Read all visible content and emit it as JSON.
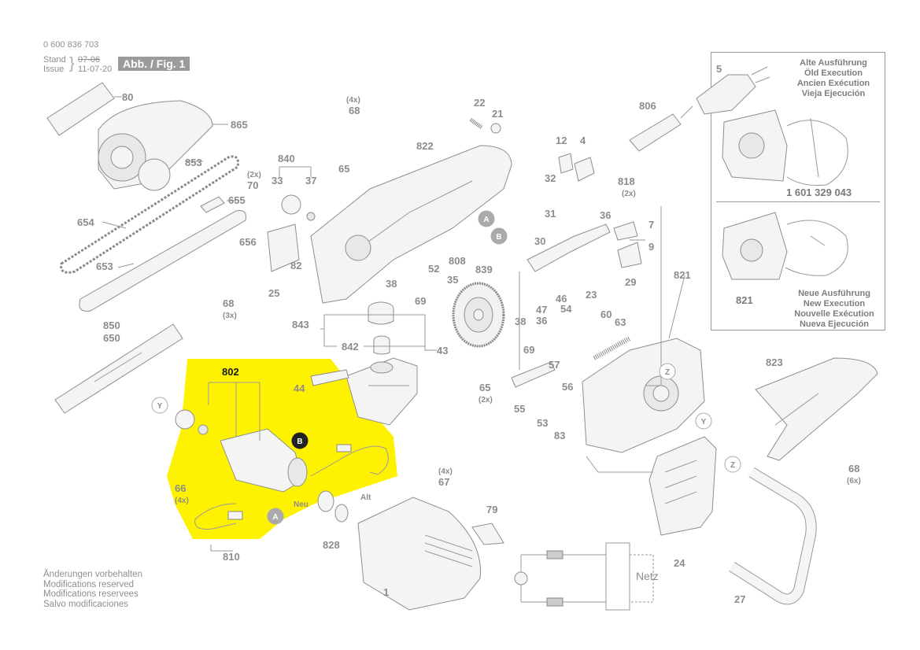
{
  "header": {
    "doc_number": "0 600 836 703",
    "stand_label": "Stand",
    "issue_label": "Issue",
    "stand_date": "07-06",
    "issue_date": "11-07-20",
    "figure_badge": "Abb. / Fig. 1"
  },
  "footer": {
    "lines": [
      "Änderungen vorbehalten",
      "Modifications reserved",
      "Modifications reservees",
      "Salvo modificaciones"
    ]
  },
  "inset": {
    "old_lines": [
      "Alte Ausführung",
      "Öld Execution",
      "Ancien Exécution",
      "Vieja Ejecución"
    ],
    "old_part": "1 601 329 043",
    "new_part": "821",
    "new_lines": [
      "Neue Ausführung",
      "New Execution",
      "Nouvelle Exécution",
      "Nueva Ejecución"
    ]
  },
  "highlight": {
    "color": "#FFF200",
    "assembly_number": "802"
  },
  "marker_letters": {
    "a": "A",
    "b": "B",
    "y": "Y",
    "z": "Z"
  },
  "labels": {
    "neu": "Neu",
    "alt": "Alt",
    "netz": "Netz",
    "qty_4x": "(4x)",
    "qty_2x": "(2x)",
    "qty_3x": "(3x)",
    "qty_6x": "(6x)"
  },
  "parts": {
    "p80": "80",
    "p865": "865",
    "p853": "853",
    "p654": "654",
    "p655": "655",
    "p653": "653",
    "p70": "70",
    "p656": "656",
    "p33": "33",
    "p840": "840",
    "p37": "37",
    "p65a": "65",
    "p68a": "68",
    "p822": "822",
    "p82": "82",
    "p25": "25",
    "p68b": "68",
    "p850": "850",
    "p650": "650",
    "p843": "843",
    "p842": "842",
    "p43": "43",
    "p44": "44",
    "p38a": "38",
    "p69a": "69",
    "p52": "52",
    "p35": "35",
    "p808": "808",
    "p839": "839",
    "p22": "22",
    "p21": "21",
    "p12": "12",
    "p4": "4",
    "p32": "32",
    "p31": "31",
    "p818": "818",
    "p806": "806",
    "p5": "5",
    "p36a": "36",
    "p7": "7",
    "p30": "30",
    "p9": "9",
    "p29": "29",
    "p23": "23",
    "p821": "821",
    "p46": "46",
    "p47": "47",
    "p36b": "36",
    "p54": "54",
    "p38b": "38",
    "p69b": "69",
    "p60": "60",
    "p63": "63",
    "p57": "57",
    "p56": "56",
    "p65b": "65",
    "p55": "55",
    "p53": "53",
    "p83": "83",
    "p823": "823",
    "p68c": "68",
    "p66": "66",
    "p67": "67",
    "p828": "828",
    "p810": "810",
    "p79": "79",
    "p1": "1",
    "p24": "24",
    "p27": "27"
  }
}
